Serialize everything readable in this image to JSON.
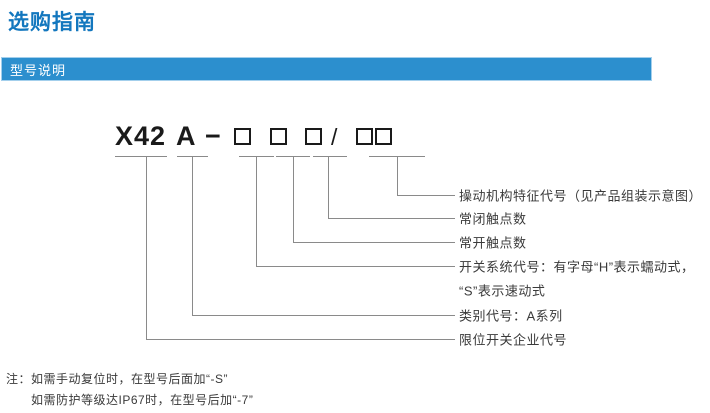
{
  "page": {
    "title": "选购指南"
  },
  "section": {
    "title": "型号说明"
  },
  "diagram": {
    "model": {
      "prefix": "X42",
      "series": "A",
      "dash": "−",
      "slash": "/"
    },
    "labels": [
      "操动机构特征代号（见产品组装示意图）",
      "常闭触点数",
      "常开触点数",
      "开关系统代号：有字母“H”表示蠕动式，",
      "“S”表示速动式",
      "类别代号：A系列",
      "限位开关企业代号"
    ]
  },
  "notes": {
    "prefix": "注：",
    "lines": [
      "如需手动复位时，在型号后面加“-S”",
      "如需防护等级达IP67时，在型号后加“-7”"
    ]
  },
  "colors": {
    "title_blue": "#1377be",
    "bar_fill": "#2c8fce",
    "bar_border": "#a3cfec",
    "line_gray": "#8a8a8a",
    "text_dark": "#3a3a3a"
  }
}
